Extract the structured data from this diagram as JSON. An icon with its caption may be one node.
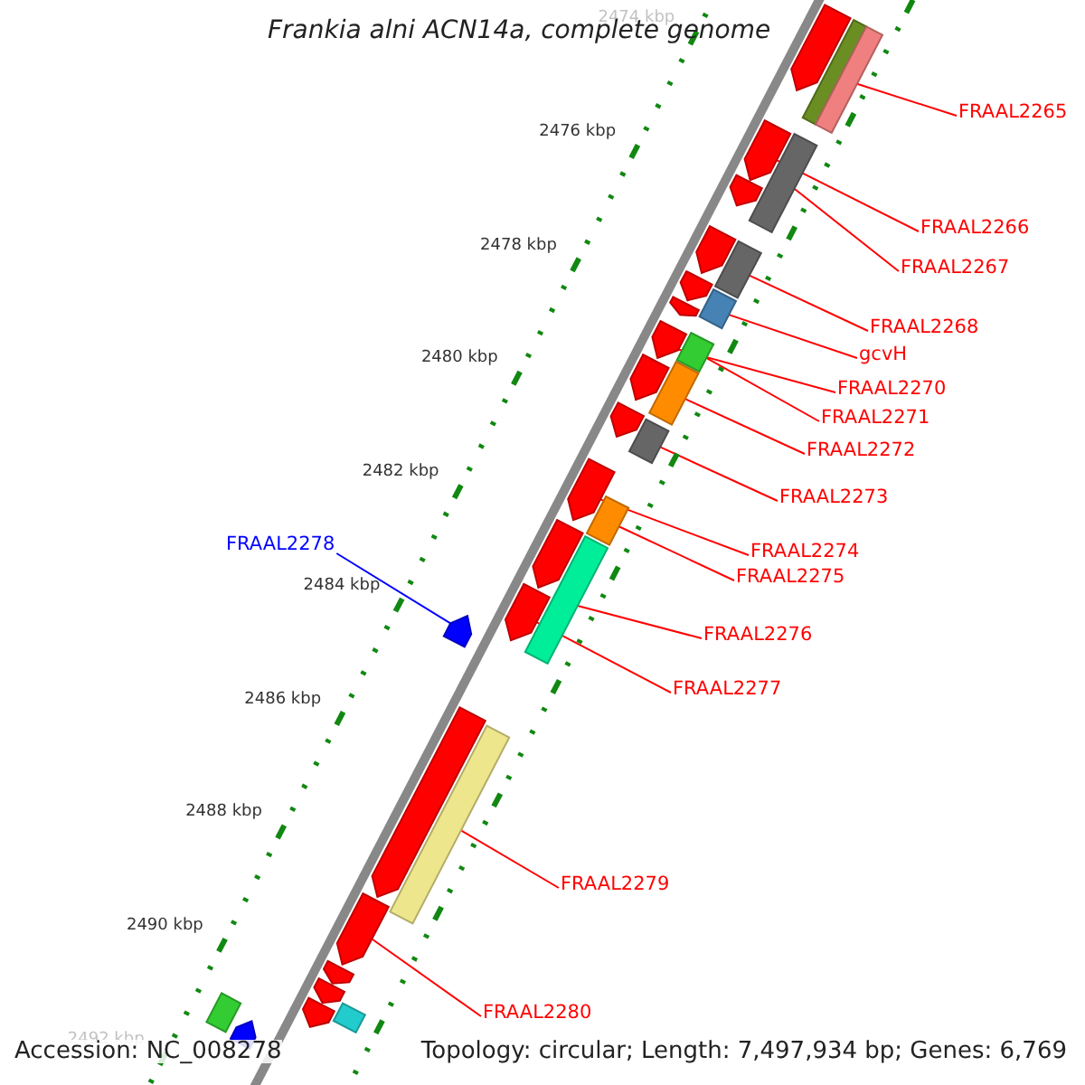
{
  "diagram": {
    "title": "Frankia alni ACN14a, complete genome",
    "nodes": [
      {
        "text": [
          "FRAAL2265"
        ]
      },
      {
        "text": [
          "FRAAL2266"
        ]
      },
      {
        "text": [
          "FRAAL2267"
        ]
      },
      {
        "text": [
          "FRAAL2268"
        ]
      },
      {
        "text": [
          "gcvH"
        ]
      },
      {
        "text": [
          "FRAAL2270"
        ]
      },
      {
        "text": [
          "FRAAL2271"
        ]
      },
      {
        "text": [
          "FRAAL2272"
        ]
      },
      {
        "text": [
          "FRAAL2273"
        ]
      },
      {
        "text": [
          "FRAAL2278"
        ]
      },
      {
        "text": [
          "FRAAL2274"
        ]
      },
      {
        "text": [
          "FRAAL2275"
        ]
      },
      {
        "text": [
          "FRAAL2276"
        ]
      },
      {
        "text": [
          "FRAAL2277"
        ]
      },
      {
        "text": [
          "FRAAL2279"
        ]
      },
      {
        "text": [
          "FRAAL2280"
        ]
      },
      {
        "text": [],
        "shape": "pentagon"
      },
      {
        "text": [],
        "shape": "bar"
      },
      {
        "text": [],
        "shape": "bar"
      },
      {
        "text": [],
        "shape": "pentagon"
      },
      {
        "text": [],
        "shape": "bar"
      },
      {
        "text": [],
        "shape": "pentagon"
      },
      {
        "text": [],
        "shape": "pentagon"
      },
      {
        "text": [],
        "shape": "bar"
      },
      {
        "text": [],
        "shape": "pentagon"
      },
      {
        "text": [],
        "shape": "bar"
      },
      {
        "text": [],
        "shape": "pentagon"
      },
      {
        "text": [],
        "shape": "bar"
      },
      {
        "text": [],
        "shape": "pentagon"
      },
      {
        "text": [],
        "shape": "bar"
      },
      {
        "text": [],
        "shape": "pentagon"
      },
      {
        "text": [],
        "shape": "pentagon"
      },
      {
        "text": [],
        "shape": "bar"
      },
      {
        "text": [],
        "shape": "pentagon"
      },
      {
        "text": [],
        "shape": "bar"
      },
      {
        "text": [],
        "shape": "pentagon"
      },
      {
        "text": [],
        "shape": "bar"
      },
      {
        "text": [],
        "shape": "pentagon"
      },
      {
        "text": [],
        "shape": "pentagon"
      },
      {
        "text": [],
        "shape": "pentagon"
      },
      {
        "text": [],
        "shape": "bar"
      },
      {
        "text": [],
        "shape": "pentagon"
      },
      {
        "text": [],
        "shape": "pentagon"
      },
      {
        "text": [],
        "shape": "pentagon"
      },
      {
        "text": [],
        "shape": "bar"
      },
      {
        "text": [],
        "shape": "pentagon"
      },
      {
        "text": [],
        "shape": "bar"
      },
      {
        "text": [],
        "shape": "pentagon"
      }
    ],
    "edges": [
      {
        "from": 0,
        "to": 18,
        "arrow": "none"
      },
      {
        "from": 1,
        "to": 19,
        "arrow": "none"
      },
      {
        "from": 2,
        "to": 20,
        "arrow": "none"
      },
      {
        "from": 3,
        "to": 23,
        "arrow": "none"
      },
      {
        "from": 4,
        "to": 25,
        "arrow": "none"
      },
      {
        "from": 5,
        "to": 28,
        "arrow": "none"
      },
      {
        "from": 6,
        "to": 27,
        "arrow": "none"
      },
      {
        "from": 7,
        "to": 29,
        "arrow": "none"
      },
      {
        "from": 8,
        "to": 32,
        "arrow": "none"
      },
      {
        "from": 9,
        "to": 38,
        "arrow": "none",
        "color": "#0000ff"
      },
      {
        "from": 10,
        "to": 33,
        "arrow": "none"
      },
      {
        "from": 11,
        "to": 34,
        "arrow": "none"
      },
      {
        "from": 12,
        "to": 36,
        "arrow": "none"
      },
      {
        "from": 13,
        "to": 37,
        "arrow": "none"
      },
      {
        "from": 14,
        "to": 40,
        "arrow": "none"
      },
      {
        "from": 15,
        "to": 41,
        "arrow": "none"
      }
    ],
    "labels": [
      "2474 kbp",
      "2476 kbp",
      "2478 kbp",
      "2480 kbp",
      "2482 kbp",
      "2484 kbp",
      "2486 kbp",
      "2488 kbp",
      "2490 kbp",
      "2492 kbp",
      "Accession: NC_008278",
      "Topology: circular; Length: 7,497,934 bp; Genes: 6,769"
    ]
  }
}
